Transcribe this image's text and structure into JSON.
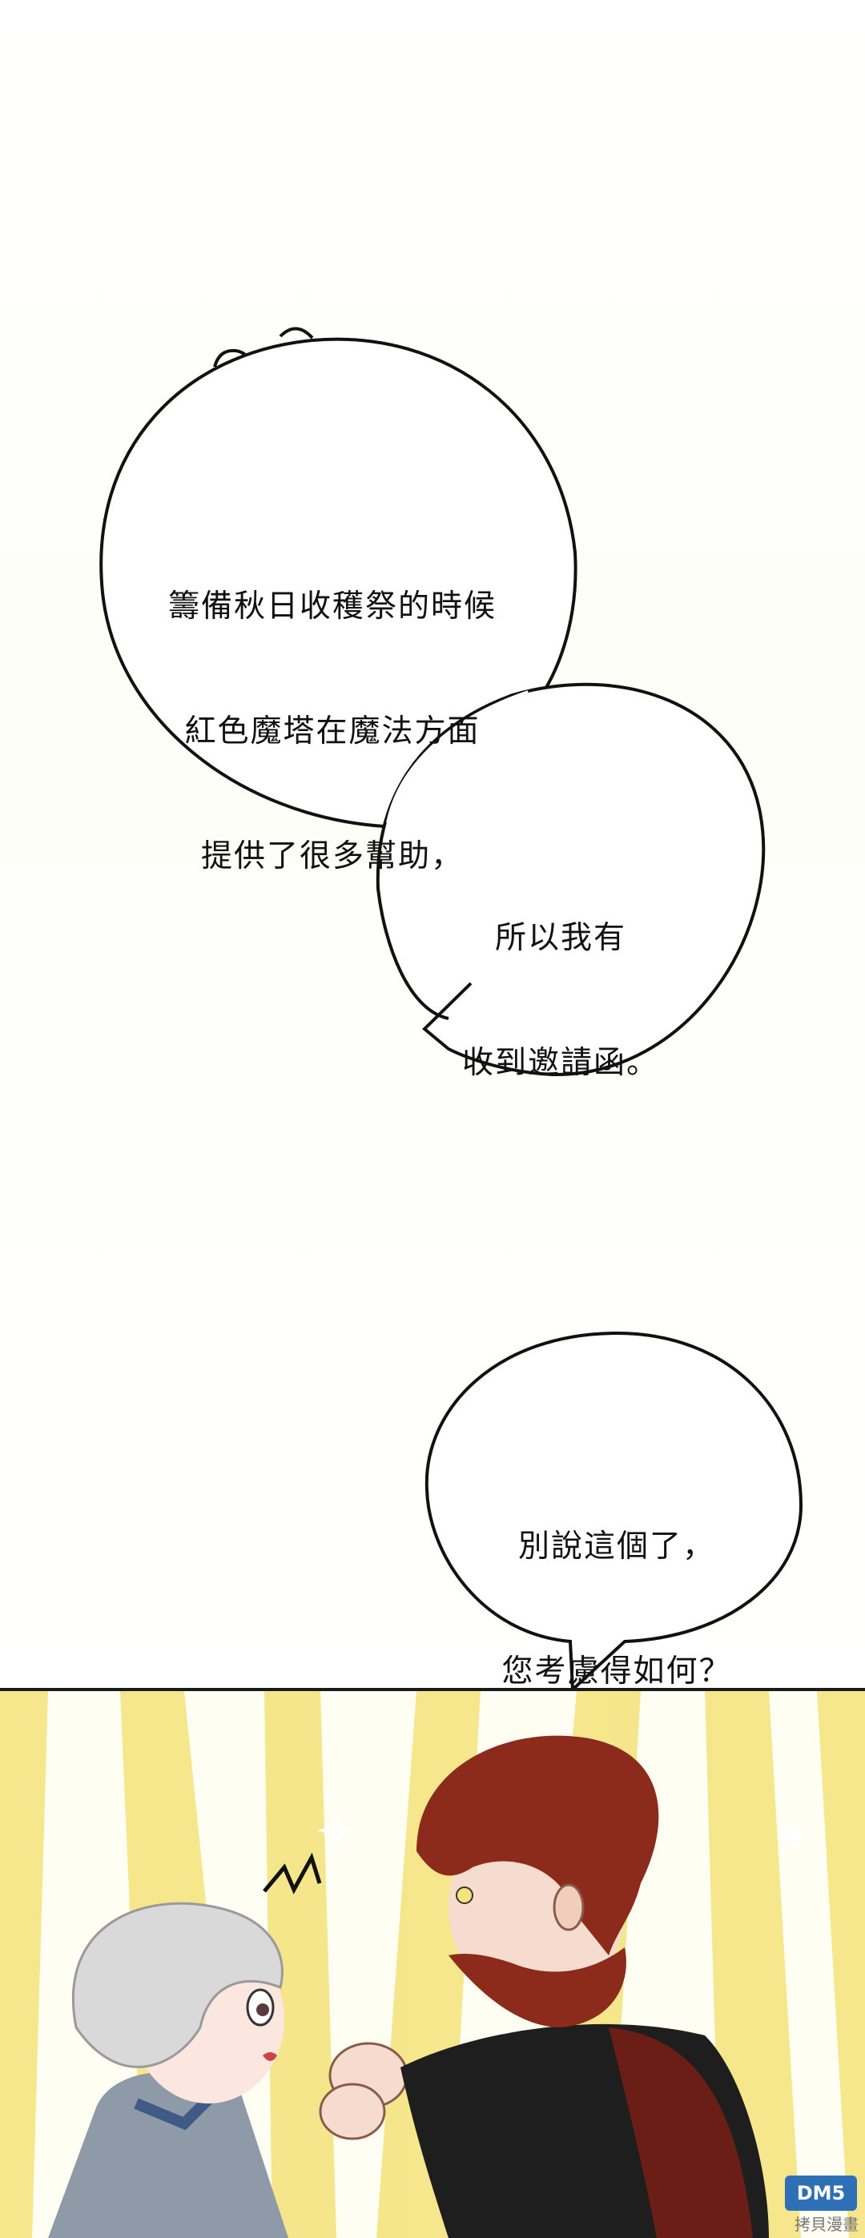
{
  "bubbles": {
    "first": {
      "lines": [
        "籌備秋日收穫祭的時候",
        "紅色魔塔在魔法方面",
        "提供了很多幫助，"
      ]
    },
    "second": {
      "lines": [
        "所以我有",
        "收到邀請函。"
      ]
    },
    "third": {
      "lines": [
        "別說這個了，",
        "您考慮得如何？"
      ]
    }
  },
  "watermark": {
    "logo": "DM5",
    "site": "拷貝漫畫"
  },
  "colors": {
    "ray_yellow": "#f4e27a",
    "man_hair": "#8c2a1c",
    "boy_hair": "#d9d9d9",
    "sleeve": "#1e1e1e"
  }
}
